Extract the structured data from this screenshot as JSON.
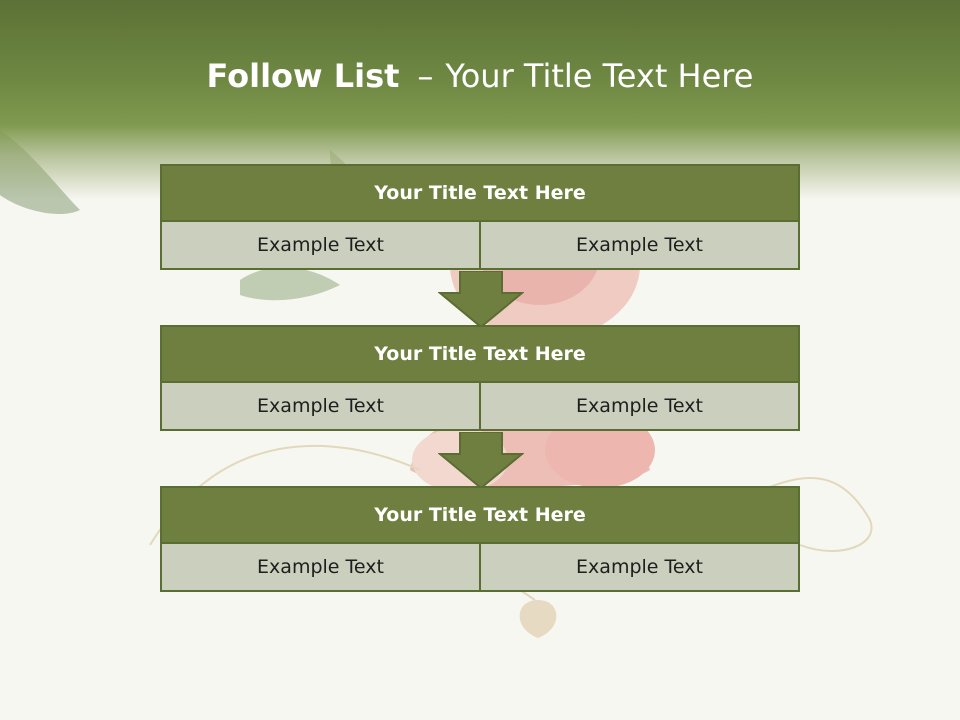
{
  "slide": {
    "title_bold": "Follow List",
    "title_separator": "–",
    "title_rest": "Your Title Text Here"
  },
  "blocks": [
    {
      "title": "Your Title Text Here",
      "cells": [
        "Example Text",
        "Example Text"
      ]
    },
    {
      "title": "Your Title Text Here",
      "cells": [
        "Example Text",
        "Example Text"
      ]
    },
    {
      "title": "Your Title Text Here",
      "cells": [
        "Example Text",
        "Example Text"
      ]
    }
  ],
  "colors": {
    "header_band": "#6e8843",
    "block_header": "#6e7f3f",
    "block_cell": "#cbcfbe",
    "border": "#5a6d33",
    "arrow": "#6e7f3f"
  }
}
